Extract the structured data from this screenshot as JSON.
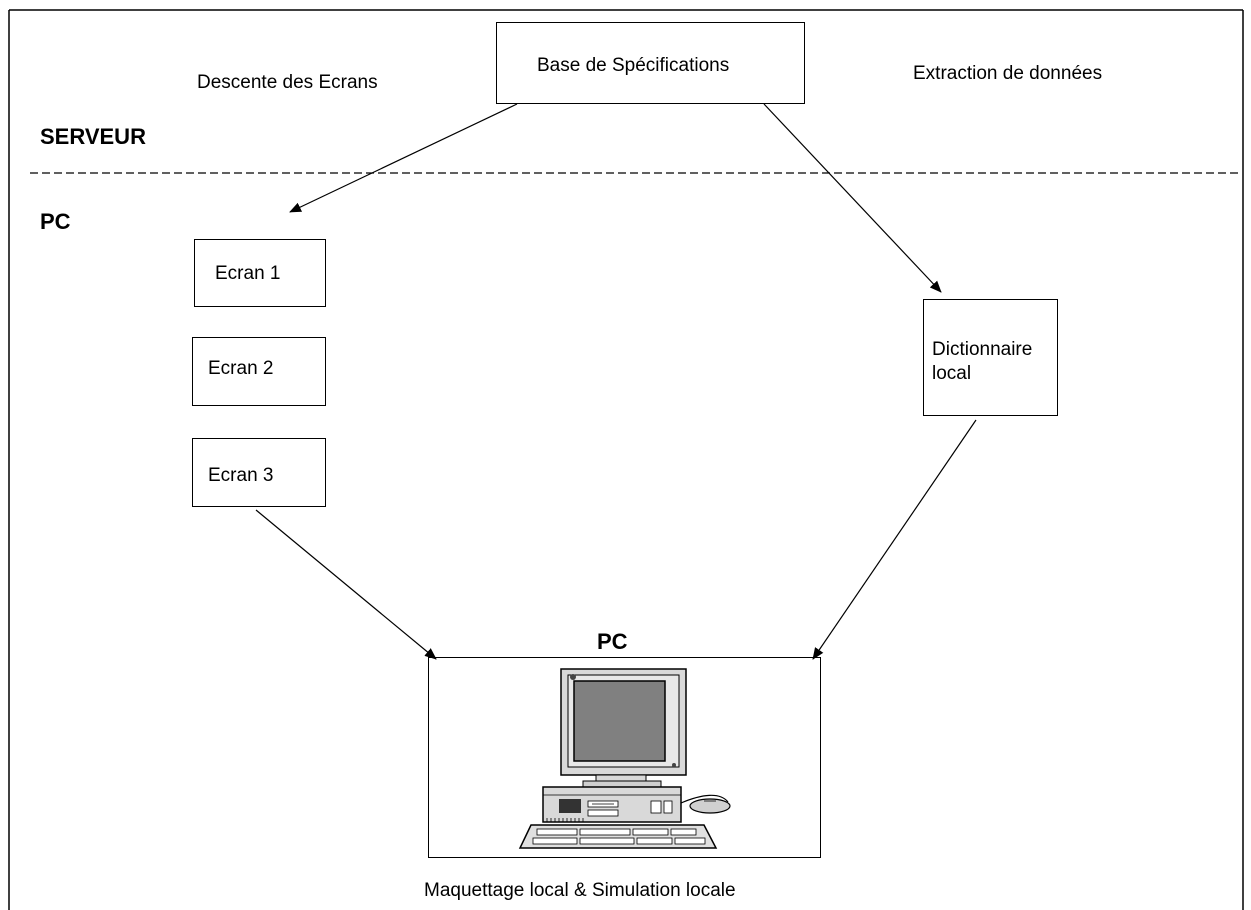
{
  "diagram": {
    "server_zone_label": "SERVEUR",
    "pc_zone_label": "PC",
    "top_left_label": "Descente des Ecrans",
    "top_right_label": "Extraction de données",
    "spec_base_label": "Base de Spécifications",
    "screens": [
      {
        "label": "Ecran 1"
      },
      {
        "label": "Ecran 2"
      },
      {
        "label": "Ecran 3"
      }
    ],
    "dictionary_label_line1": "Dictionnaire",
    "dictionary_label_line2": "local",
    "pc_box_title": "PC",
    "bottom_caption": "Maquettage local & Simulation locale",
    "computer_icon": "desktop-computer-icon"
  }
}
